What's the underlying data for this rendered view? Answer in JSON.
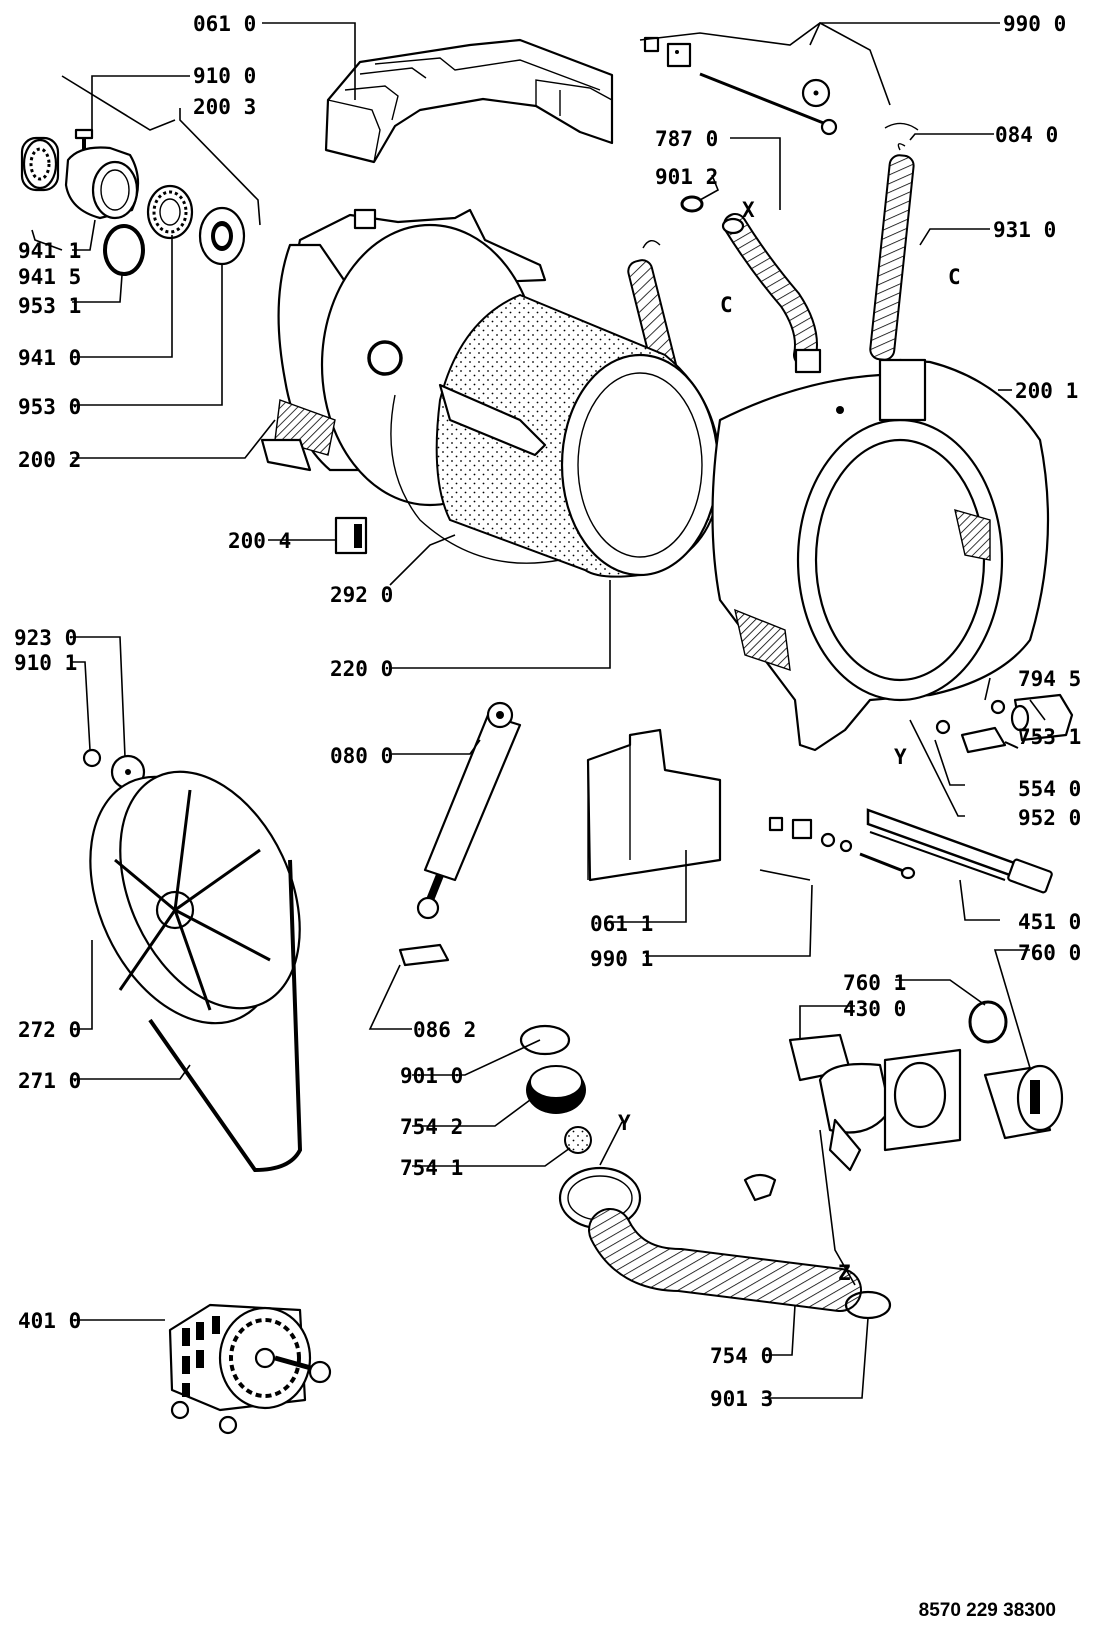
{
  "labels": {
    "l0610": "061 0",
    "l9900": "990 0",
    "l9100": "910 0",
    "l2003": "200 3",
    "l7870": "787 0",
    "l0840": "084 0",
    "l9012": "901 2",
    "lX1": "X",
    "l9310": "931 0",
    "l9411": "941 1",
    "l9415": "941 5",
    "lC1": "C",
    "lC2": "C",
    "l9531": "953 1",
    "l9410": "941 0",
    "l9530": "953 0",
    "l2001": "200 1",
    "l2002": "200 2",
    "l2004": "200 4",
    "l2920": "292 0",
    "l9230": "923 0",
    "l9101": "910 1",
    "l2200": "220 0",
    "l7945": "794 5",
    "l7531": "753 1",
    "lY1": "Y",
    "l0800": "080 0",
    "l5540": "554 0",
    "l9520": "952 0",
    "l0611": "061 1",
    "l4510": "451 0",
    "l9901": "990 1",
    "l7600": "760 0",
    "l7601": "760 1",
    "l4300": "430 0",
    "l2720": "272 0",
    "l0862": "086 2",
    "l2710": "271 0",
    "l9010": "901 0",
    "l7542": "754 2",
    "lY2": "Y",
    "l7541": "754 1",
    "lZ": "Z",
    "l4010": "401 0",
    "l7540": "754 0",
    "l9013": "901 3"
  },
  "document_number": "8570 229 38300"
}
